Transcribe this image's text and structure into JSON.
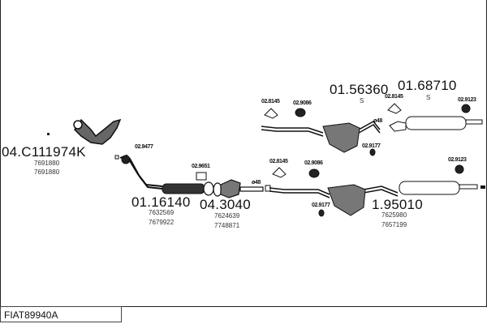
{
  "diagram_code": "FIAT89940A",
  "parts": [
    {
      "number": "04.C111974K",
      "refs": [
        "7691880",
        "7691880"
      ]
    },
    {
      "number": "01.16140",
      "refs": [
        "7632569",
        "7679922"
      ]
    },
    {
      "number": "04.3040",
      "refs": [
        "7624639",
        "7748871"
      ]
    },
    {
      "number": "01.56360",
      "suffix": "S"
    },
    {
      "number": "01.68710",
      "suffix": "S"
    },
    {
      "number": "1.95010",
      "refs": [
        "7625980",
        "7657199"
      ]
    }
  ],
  "fittings": {
    "f_9477": "02.9477",
    "f_9651": "02.9651",
    "f_8145_top": "02.8145",
    "f_9086_top": "02.9086",
    "f_8145_top2": "02.8145",
    "f_9123_top": "02.9123",
    "f_9177_top": "02.9177",
    "f_8145_bot": "02.8145",
    "f_9086_bot": "02.9086",
    "f_9177_bot": "02.9177",
    "f_9123_bot": "02.9123",
    "pipe_diam_top": "ø48",
    "pipe_diam_bot": "ø48"
  }
}
